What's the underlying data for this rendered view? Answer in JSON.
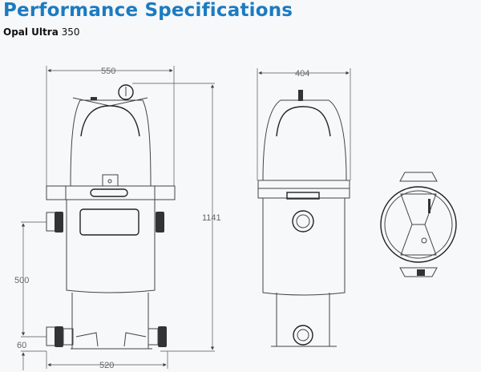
{
  "header": {
    "title": "Performance Specifications",
    "product_name": "Opal Ultra",
    "product_model": "350"
  },
  "front_view": {
    "width_top": "550",
    "height_total": "1141",
    "inlet_height": "500",
    "outlet_height": "60",
    "base_width": "520"
  },
  "side_view": {
    "width": "404"
  },
  "colors": {
    "title": "#1b7bc1",
    "background": "#f7f8fa"
  }
}
